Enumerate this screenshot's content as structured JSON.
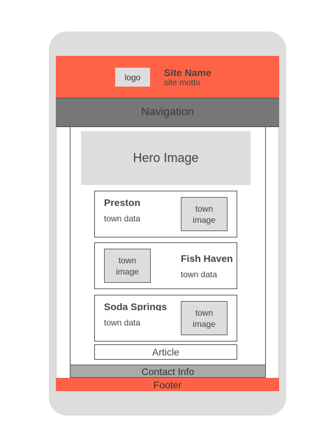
{
  "header": {
    "logo": "logo",
    "site_name": "Site Name",
    "site_motto": "site motto"
  },
  "nav": {
    "label": "Navigation"
  },
  "hero": {
    "label": "Hero Image"
  },
  "towns": [
    {
      "name": "Preston",
      "data": "town data",
      "image": "town\nimage"
    },
    {
      "name": "Fish Haven",
      "data": "town data",
      "image": "town\nimage"
    },
    {
      "name": "Soda Springs",
      "data": "town data",
      "image": "town\nimage"
    }
  ],
  "article": {
    "label": "Article"
  },
  "contact": {
    "label": "Contact Info"
  },
  "footer": {
    "label": "Footer"
  },
  "colors": {
    "header": "#ff6347",
    "nav": "#777777",
    "placeholder": "#dddddd",
    "contact": "#aaaaaa"
  }
}
